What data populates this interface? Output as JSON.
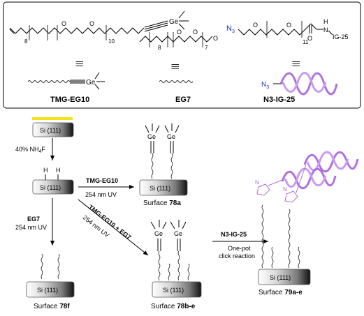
{
  "top_panel": {
    "tmg_eg10": {
      "label": "TMG-EG10",
      "n1": "8",
      "n2": "10",
      "atom": "Ge",
      "oxygen": "O"
    },
    "eg7": {
      "label": "EG7",
      "n1": "8",
      "n2": "7",
      "oxygen": "O"
    },
    "n3_ig25": {
      "label": "N3-IG-25",
      "azide": "N",
      "azide_sub": "3",
      "n": "11",
      "nh": "H",
      "n_atom": "N",
      "peptide": "IG-25",
      "oxygen": "O"
    },
    "equiv_symbol": "|||"
  },
  "scheme": {
    "chip_label": "Si (111)",
    "h_atom": "H",
    "step_nh4f": {
      "text": "40% NH",
      "sub": "4",
      "tail": "F"
    },
    "step_tmg": {
      "reagent": "TMG-EG10",
      "cond": "254 nm UV"
    },
    "step_eg7": {
      "reagent": "EG7",
      "cond": "254 nm UV"
    },
    "step_mix": {
      "reagent": "TMG-EG10 + EG7",
      "cond": "254 nm UV"
    },
    "step_click": {
      "reagent": "N3-IG-25",
      "cond1": "One-pot",
      "cond2": "click reaction"
    },
    "surface_word": "Surface",
    "s78a": "78a",
    "s78f": "78f",
    "s78be": "78b-e",
    "s79ae": "79a-e",
    "ge": "Ge",
    "triazole_n": "N"
  },
  "colors": {
    "gold": "#f2e21a",
    "peptide": "#b070e0",
    "azide": "#2233bb"
  }
}
